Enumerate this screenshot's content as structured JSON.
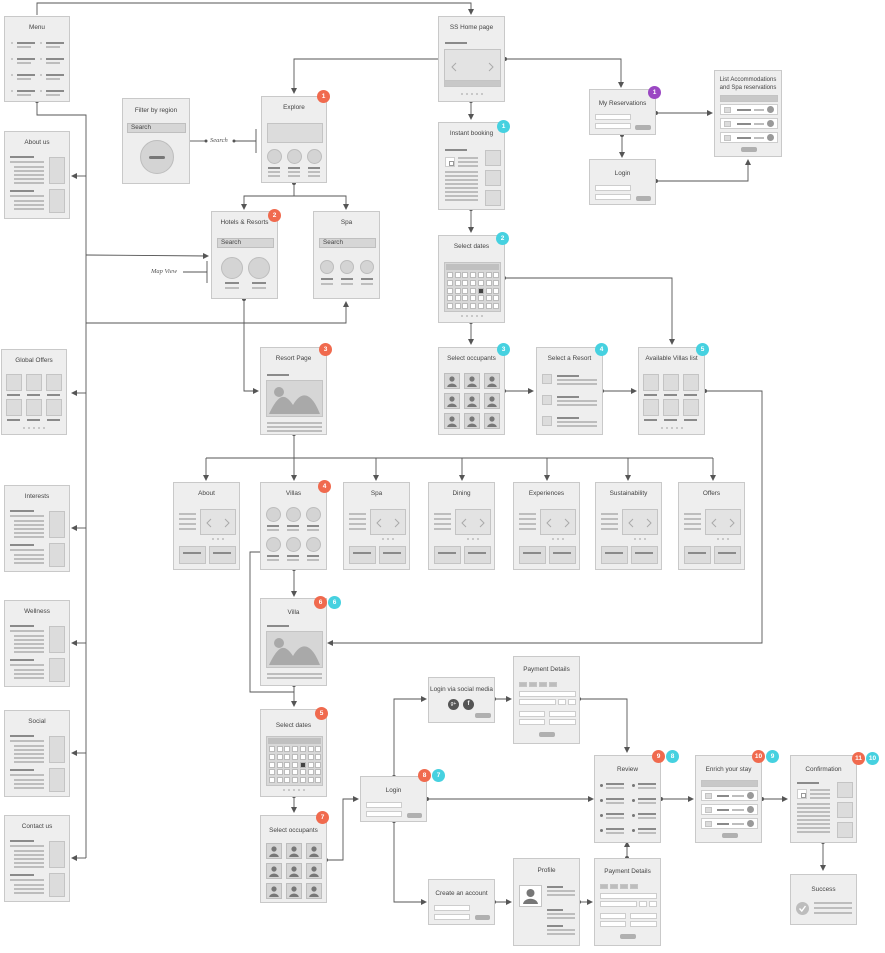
{
  "colors": {
    "orange": "#f06a4e",
    "cyan": "#46d1e0",
    "purple": "#9b48c3",
    "card": "#eeeeee",
    "line": "#555555"
  },
  "screens": {
    "menu": "Menu",
    "home": "SS Home page",
    "filter": "Filter by region",
    "explore": "Explore",
    "my_reservations": "My Reservations",
    "list_reservations": "List Accommodations and Spa reservations",
    "instant_booking": "Instant booking",
    "login_top": "Login",
    "about_us": "About us",
    "hotels": "Hotels & Resorts",
    "spa_top": "Spa",
    "select_dates_top": "Select dates",
    "resort_page": "Resort Page",
    "global_offers": "Global Offers",
    "select_occupants_top": "Select occupants",
    "select_resort": "Select a Resort",
    "available_villas": "Available Villas list",
    "about": "About",
    "villas": "Villas",
    "spa": "Spa",
    "dining": "Dining",
    "experiences": "Experiences",
    "sustainability": "Sustainability",
    "offers": "Offers",
    "interests": "Interests",
    "villa": "Villa",
    "wellness": "Wellness",
    "login_social": "Login via social media",
    "payment_top": "Payment Details",
    "social": "Social",
    "select_dates_bottom": "Select dates",
    "review": "Review",
    "enrich": "Enrich your stay",
    "confirmation": "Confirmation",
    "login_bottom": "Login",
    "contact": "Contact us",
    "select_occupants_bottom": "Select occupants",
    "create_account": "Create an account",
    "profile": "Profile",
    "payment_bottom": "Payment Details",
    "success": "Success"
  },
  "labels": {
    "search": "Search",
    "map_view": "Map View",
    "search_field": "Search",
    "social_g": "g+",
    "social_f": "f"
  },
  "badges": {
    "explore": "1",
    "my_reservations": "1",
    "instant_booking": "1",
    "hotels": "2",
    "select_dates_top": "2",
    "resort_page": "3",
    "select_occupants_top": "3",
    "select_resort": "4",
    "available_villas": "5",
    "villas": "4",
    "villa_a": "6",
    "villa_b": "6",
    "select_dates_bottom": "5",
    "select_occupants_bottom": "7",
    "login_a": "8",
    "login_b": "7",
    "review_a": "9",
    "review_b": "8",
    "enrich_a": "10",
    "enrich_b": "9",
    "confirmation_a": "11",
    "confirmation_b": "10"
  }
}
